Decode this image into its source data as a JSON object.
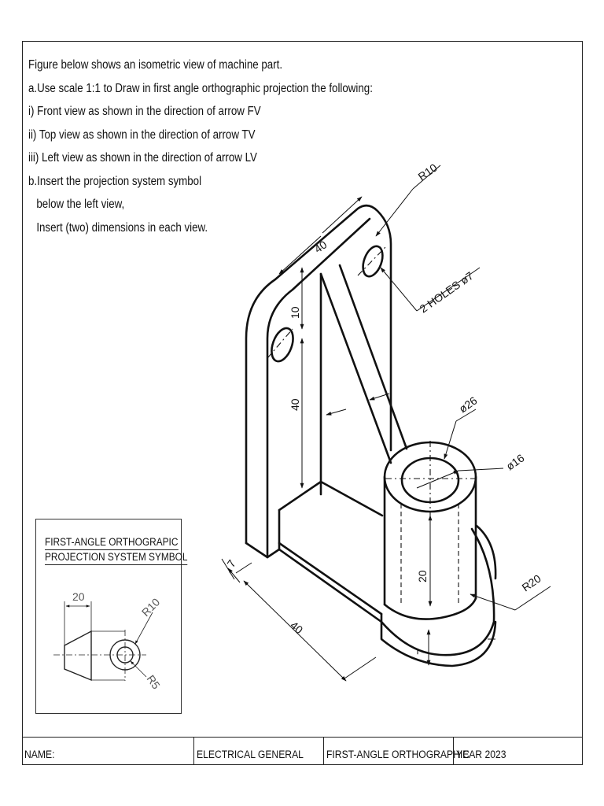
{
  "instructions": {
    "line1": "Figure  below shows an isometric view of machine part.",
    "line2": "a.Use scale 1:1 to Draw in first angle orthographic projection the following:",
    "line3": "i)   Front view as shown in the direction of arrow FV",
    "line4": "ii)  Top view as shown in the direction of arrow TV",
    "line5": "iii)  Left view as shown in the direction of arrow LV",
    "line6": "b.Insert the projection system symbol",
    "line7": "below the left view,",
    "line8": "Insert  (two) dimensions in each view."
  },
  "dimensions": {
    "r10": "R10",
    "holes": "2 HOLES ø7",
    "d40_top": "40",
    "d10": "10",
    "d40_vert": "40",
    "d26": "ø26",
    "d16": "ø16",
    "d20": "20",
    "r20": "R20",
    "d7_front": "7",
    "d7_left": "7",
    "d40_base": "40"
  },
  "symbol": {
    "title_line1": "FIRST-ANGLE ORTHOGRAPIC",
    "title_line2": "PROJECTION SYSTEM SYMBOL",
    "dim_20": "20",
    "dim_r10": "R10",
    "dim_r5": "R5"
  },
  "title_block": {
    "name": "NAME:",
    "department": "ELECTRICAL GENERAL",
    "projection": "FIRST-ANGLE ORTHOGRAPHIC",
    "year": "YEAR 2023"
  }
}
